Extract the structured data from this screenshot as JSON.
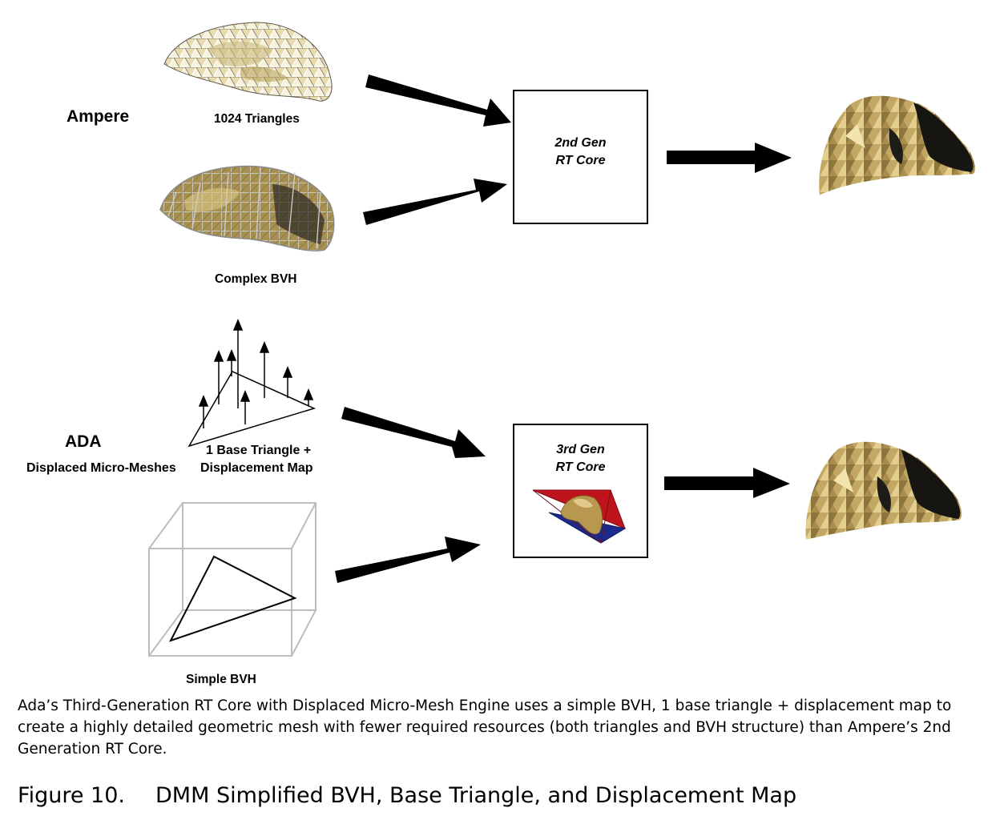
{
  "ampere": {
    "label": "Ampere",
    "mesh_caption": "1024 Triangles",
    "bvh_caption": "Complex BVH"
  },
  "ada": {
    "label": "ADA",
    "sublabel": "Displaced Micro-Meshes",
    "base_caption_line1": "1 Base Triangle +",
    "base_caption_line2": "Displacement Map",
    "bvh_caption": "Simple BVH"
  },
  "core_2nd": {
    "line1": "2nd Gen",
    "line2": "RT Core"
  },
  "core_3rd": {
    "line1": "3rd Gen",
    "line2": "RT Core"
  },
  "caption": "Ada’s Third-Generation RT Core with Displaced Micro-Mesh Engine uses a simple BVH, 1 base triangle + displacement map to create a highly detailed geometric mesh with fewer required resources (both triangles and BVH structure) than Ampere’s 2nd Generation RT Core.",
  "figure": {
    "number": "Figure 10.",
    "title": "DMM Simplified BVH, Base Triangle, and Displacement Map"
  },
  "colors": {
    "mesh_gold": "#b39a52",
    "mesh_dark": "#1a1a16",
    "red_plane": "#c0141c",
    "blue_plane": "#1c2a8c"
  }
}
